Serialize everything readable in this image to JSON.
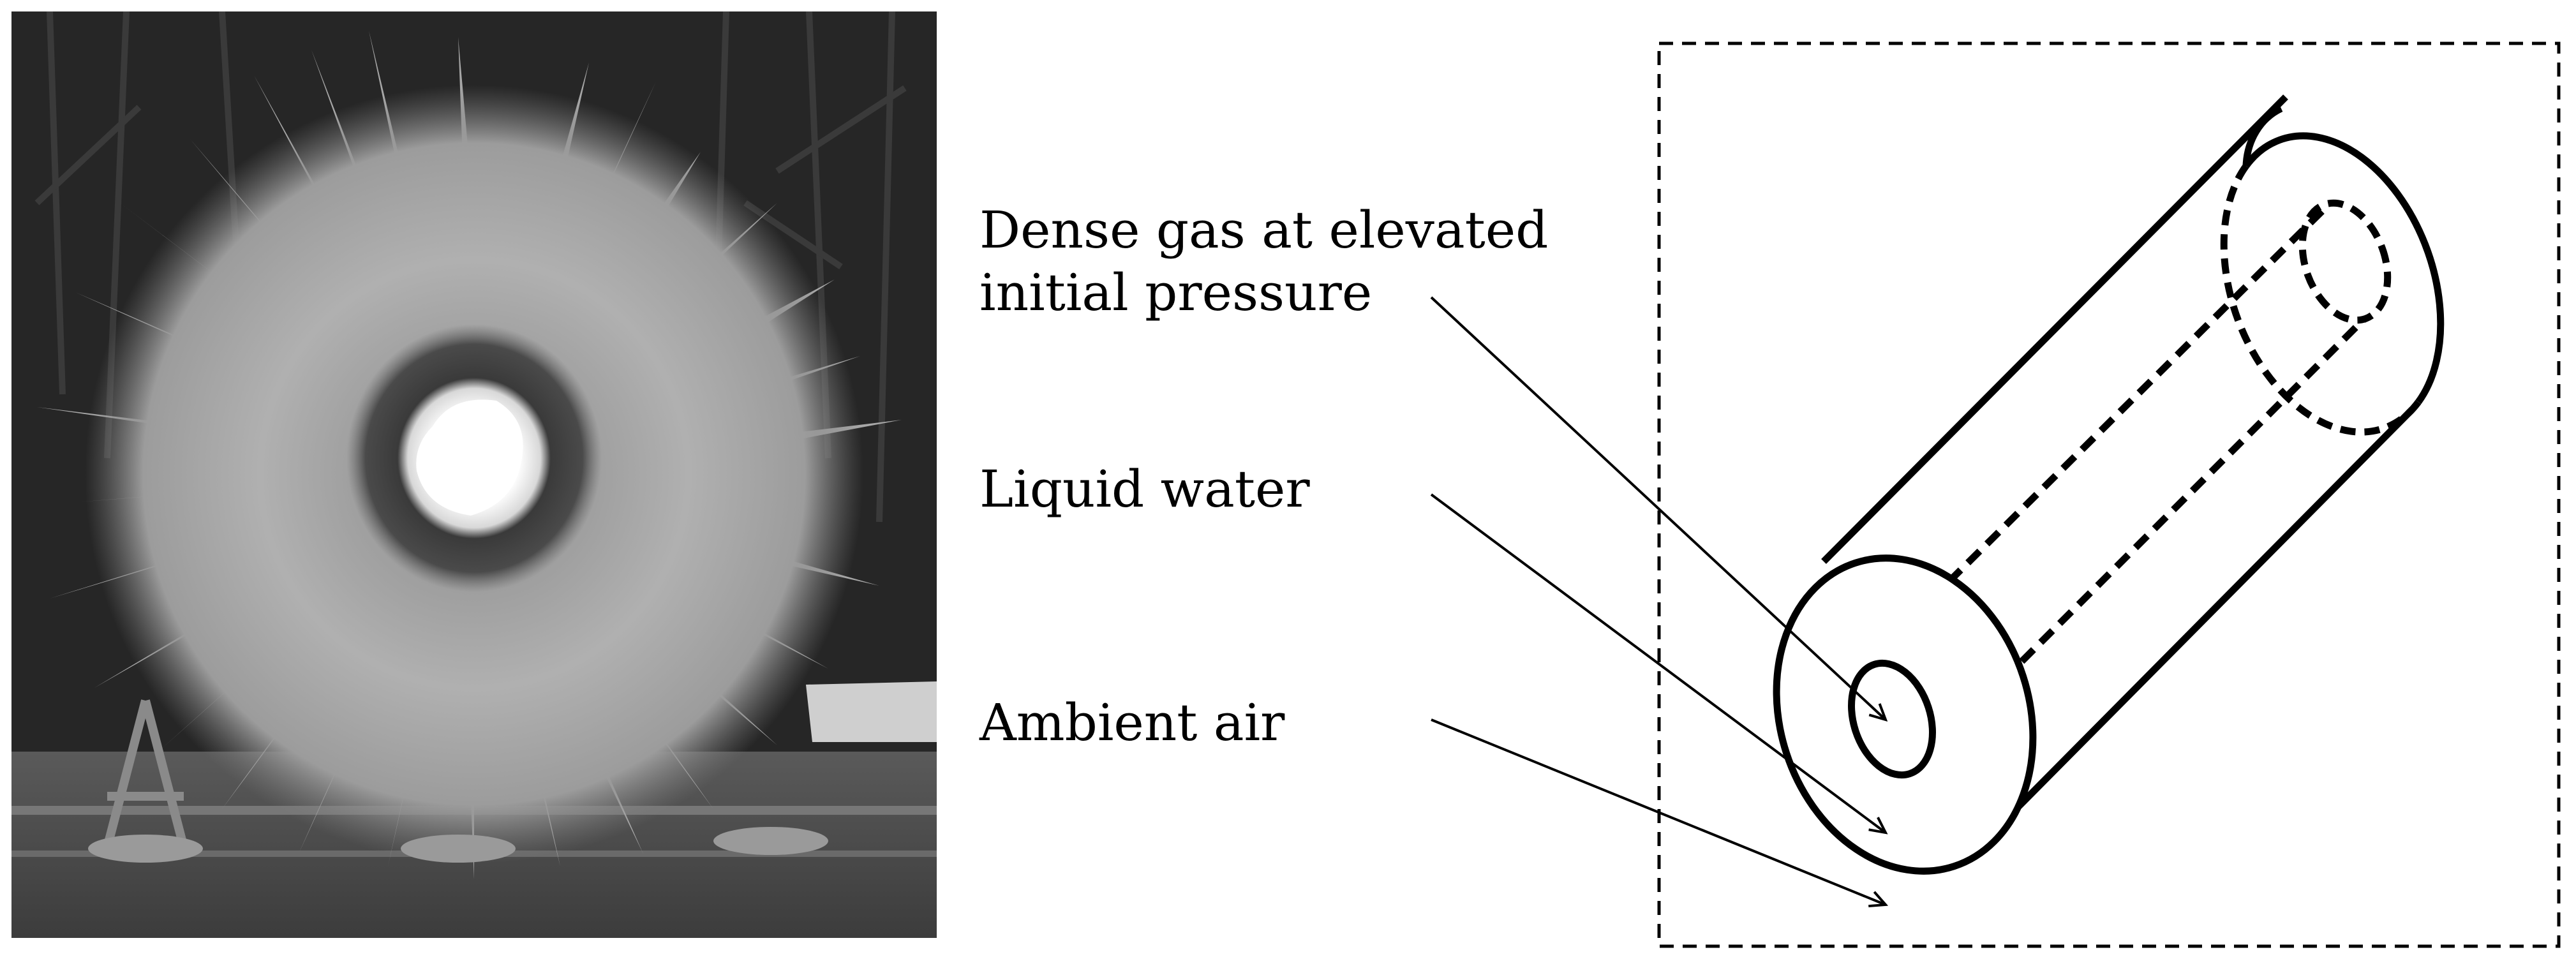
{
  "labels": {
    "gas_line1": "Dense gas at elevated",
    "gas_line2": "initial pressure",
    "water": "Liquid water",
    "air": "Ambient air"
  },
  "colors": {
    "ink": "#000000",
    "background": "#ffffff",
    "photo_sky": "#2b2b2b",
    "photo_spray": "#a8a8a8",
    "photo_flash": "#ffffff"
  }
}
